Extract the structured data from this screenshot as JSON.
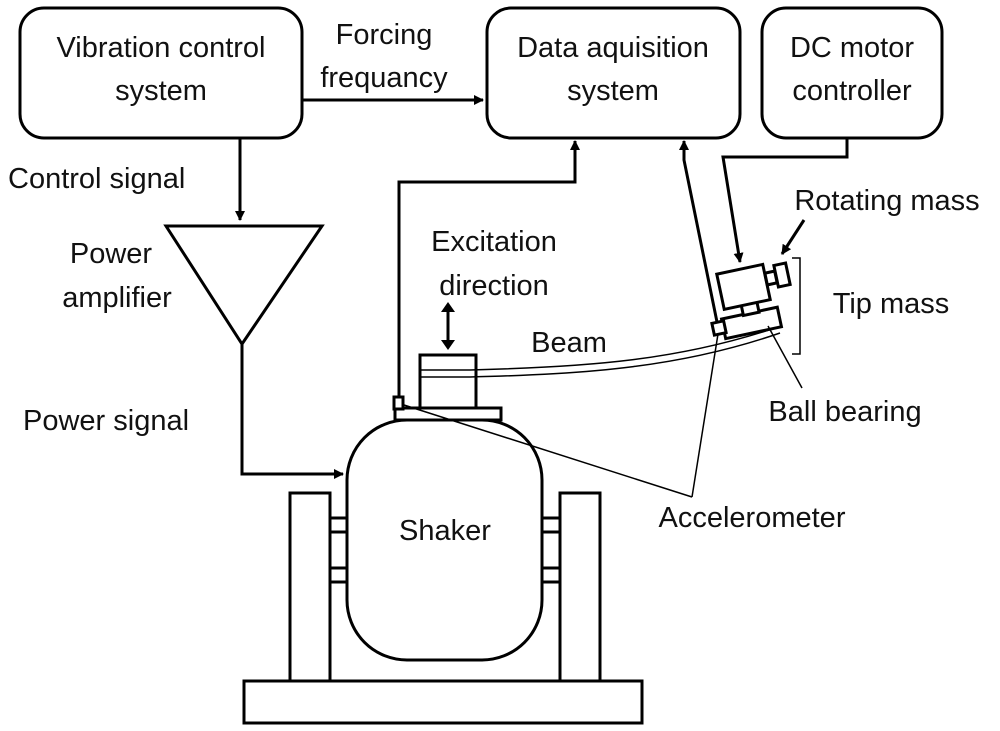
{
  "blocks": {
    "vibration_control": [
      "Vibration control",
      "system"
    ],
    "data_acquisition": [
      "Data aquisition",
      "system"
    ],
    "dc_motor": [
      "DC motor",
      "controller"
    ]
  },
  "signals": {
    "forcing": [
      "Forcing",
      "frequancy"
    ],
    "control": "Control signal",
    "power": "Power signal"
  },
  "amplifier": [
    "Power",
    "amplifier"
  ],
  "excitation": [
    "Excitation",
    "direction"
  ],
  "labels": {
    "beam": "Beam",
    "shaker": "Shaker",
    "rotating_mass": "Rotating mass",
    "tip_mass": "Tip mass",
    "ball_bearing": "Ball bearing",
    "accelerometer": "Accelerometer"
  }
}
